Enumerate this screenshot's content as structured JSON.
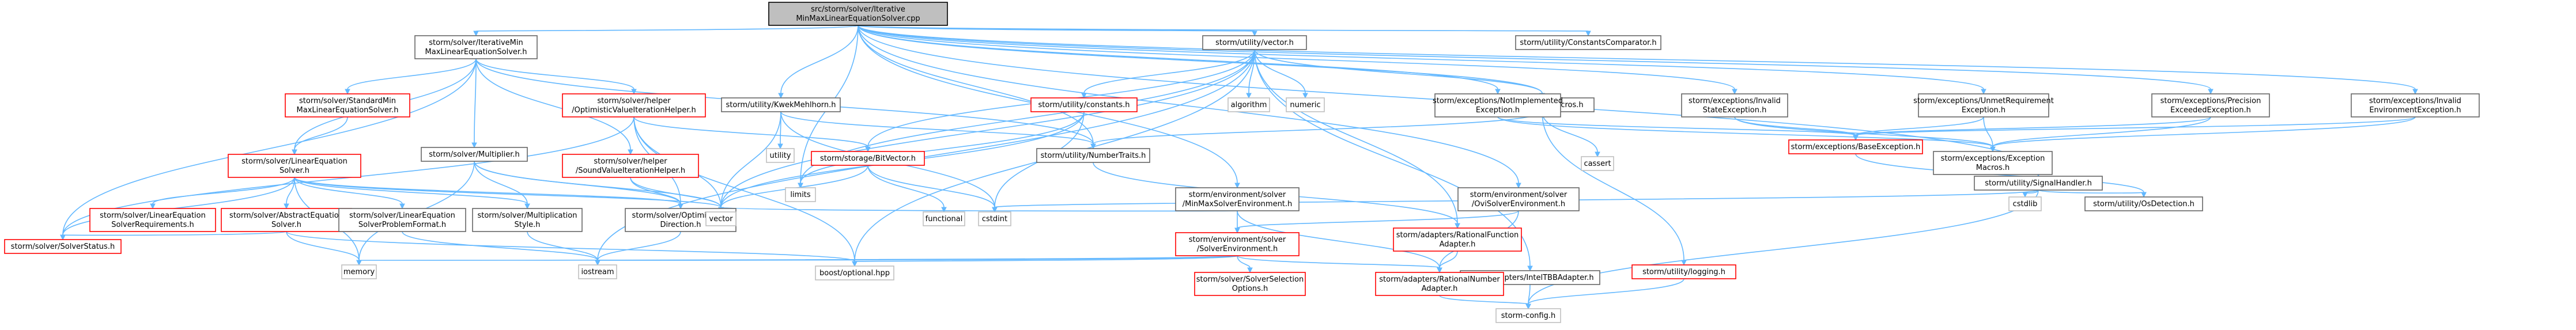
{
  "diagram": {
    "nodes": [
      {
        "id": "root",
        "lines": [
          "src/storm/solver/Iterative",
          "MinMaxLinearEquationSolver.cpp"
        ],
        "style": "root"
      },
      {
        "id": "itmm",
        "lines": [
          "storm/solver/IterativeMin",
          "MaxLinearEquationSolver.h"
        ],
        "style": "normal"
      },
      {
        "id": "vector_h",
        "lines": [
          "storm/utility/vector.h"
        ],
        "style": "normal"
      },
      {
        "id": "kwek",
        "lines": [
          "storm/utility/KwekMehlhorn.h"
        ],
        "style": "normal"
      },
      {
        "id": "limits",
        "lines": [
          "limits"
        ],
        "style": "plain"
      },
      {
        "id": "constcomp",
        "lines": [
          "storm/utility/ConstantsComparator.h"
        ],
        "style": "normal"
      },
      {
        "id": "macros",
        "lines": [
          "storm/utility/macros.h"
        ],
        "style": "normal"
      },
      {
        "id": "envmm",
        "lines": [
          "storm/environment/solver",
          "/MinMaxSolverEnvironment.h"
        ],
        "style": "normal"
      },
      {
        "id": "envos",
        "lines": [
          "storm/environment/solver",
          "/OviSolverEnvironment.h"
        ],
        "style": "normal"
      },
      {
        "id": "sighandler",
        "lines": [
          "storm/utility/SignalHandler.h"
        ],
        "style": "normal"
      },
      {
        "id": "exc_notimpl",
        "lines": [
          "storm/exceptions/NotImplemented",
          "Exception.h"
        ],
        "style": "normal"
      },
      {
        "id": "exc_invstate",
        "lines": [
          "storm/exceptions/Invalid",
          "StateException.h"
        ],
        "style": "normal"
      },
      {
        "id": "exc_unmet",
        "lines": [
          "storm/exceptions/UnmetRequirement",
          "Exception.h"
        ],
        "style": "normal"
      },
      {
        "id": "exc_prec",
        "lines": [
          "storm/exceptions/Precision",
          "ExceededException.h"
        ],
        "style": "normal"
      },
      {
        "id": "exc_invenv",
        "lines": [
          "storm/exceptions/Invalid",
          "EnvironmentException.h"
        ],
        "style": "normal"
      },
      {
        "id": "stdminmax",
        "lines": [
          "storm/solver/StandardMin",
          "MaxLinearEquationSolver.h"
        ],
        "style": "red"
      },
      {
        "id": "multiplier",
        "lines": [
          "storm/solver/Multiplier.h"
        ],
        "style": "normal"
      },
      {
        "id": "ovihelper",
        "lines": [
          "storm/solver/helper",
          "/OptimisticValueIterationHelper.h"
        ],
        "style": "red"
      },
      {
        "id": "algorithm",
        "lines": [
          "algorithm"
        ],
        "style": "plain"
      },
      {
        "id": "numeric",
        "lines": [
          "numeric"
        ],
        "style": "plain"
      },
      {
        "id": "utilconst",
        "lines": [
          "storm/utility/constants.h"
        ],
        "style": "red"
      },
      {
        "id": "numtraits",
        "lines": [
          "storm/utility/NumberTraits.h"
        ],
        "style": "normal"
      },
      {
        "id": "utility",
        "lines": [
          "utility"
        ],
        "style": "plain"
      },
      {
        "id": "cassert",
        "lines": [
          "cassert"
        ],
        "style": "plain"
      },
      {
        "id": "linsolver",
        "lines": [
          "storm/solver/LinearEquation",
          "Solver.h"
        ],
        "style": "red"
      },
      {
        "id": "svihelper",
        "lines": [
          "storm/solver/helper",
          "/SoundValueIterationHelper.h"
        ],
        "style": "red"
      },
      {
        "id": "bitvector",
        "lines": [
          "storm/storage/BitVector.h"
        ],
        "style": "red"
      },
      {
        "id": "excbase",
        "lines": [
          "storm/exceptions/BaseException.h"
        ],
        "style": "red"
      },
      {
        "id": "excmacros",
        "lines": [
          "storm/exceptions/Exception",
          "Macros.h"
        ],
        "style": "normal"
      },
      {
        "id": "cstdlib",
        "lines": [
          "cstdlib"
        ],
        "style": "plain"
      },
      {
        "id": "osdetect",
        "lines": [
          "storm/utility/OsDetection.h"
        ],
        "style": "normal"
      },
      {
        "id": "linreq",
        "lines": [
          "storm/solver/LinearEquation",
          "SolverRequirements.h"
        ],
        "style": "red"
      },
      {
        "id": "abslin",
        "lines": [
          "storm/solver/AbstractEquation",
          "Solver.h"
        ],
        "style": "red"
      },
      {
        "id": "linformat",
        "lines": [
          "storm/solver/LinearEquation",
          "SolverProblemFormat.h"
        ],
        "style": "normal"
      },
      {
        "id": "multstyle",
        "lines": [
          "storm/solver/Multiplication",
          "Style.h"
        ],
        "style": "normal"
      },
      {
        "id": "optdir",
        "lines": [
          "storm/solver/Optimization",
          "Direction.h"
        ],
        "style": "normal"
      },
      {
        "id": "vector",
        "lines": [
          "vector"
        ],
        "style": "plain"
      },
      {
        "id": "functional",
        "lines": [
          "functional"
        ],
        "style": "plain"
      },
      {
        "id": "cstdint",
        "lines": [
          "cstdint"
        ],
        "style": "plain"
      },
      {
        "id": "envsolver",
        "lines": [
          "storm/environment/solver",
          "/SolverEnvironment.h"
        ],
        "style": "red"
      },
      {
        "id": "ratfunc",
        "lines": [
          "storm/adapters/RationalFunction",
          "Adapter.h"
        ],
        "style": "red"
      },
      {
        "id": "inteltbb",
        "lines": [
          "storm/adapters/IntelTBBAdapter.h"
        ],
        "style": "normal"
      },
      {
        "id": "logging",
        "lines": [
          "storm/utility/logging.h"
        ],
        "style": "red"
      },
      {
        "id": "solverstatus",
        "lines": [
          "storm/solver/SolverStatus.h"
        ],
        "style": "red"
      },
      {
        "id": "memory",
        "lines": [
          "memory"
        ],
        "style": "plain"
      },
      {
        "id": "iostream",
        "lines": [
          "iostream"
        ],
        "style": "plain"
      },
      {
        "id": "boostopt",
        "lines": [
          "boost/optional.hpp"
        ],
        "style": "plain"
      },
      {
        "id": "solversel",
        "lines": [
          "storm/solver/SolverSelection",
          "Options.h"
        ],
        "style": "red"
      },
      {
        "id": "ratnum",
        "lines": [
          "storm/adapters/RationalNumber",
          "Adapter.h"
        ],
        "style": "red"
      },
      {
        "id": "stormconfig",
        "lines": [
          "storm-config.h"
        ],
        "style": "plain"
      }
    ],
    "edges": [
      [
        "root",
        "itmm"
      ],
      [
        "root",
        "vector_h"
      ],
      [
        "root",
        "kwek"
      ],
      [
        "root",
        "limits"
      ],
      [
        "root",
        "constcomp"
      ],
      [
        "root",
        "macros"
      ],
      [
        "root",
        "envmm"
      ],
      [
        "root",
        "envos"
      ],
      [
        "root",
        "sighandler"
      ],
      [
        "root",
        "numtraits"
      ],
      [
        "root",
        "exc_notimpl"
      ],
      [
        "root",
        "exc_invstate"
      ],
      [
        "root",
        "exc_unmet"
      ],
      [
        "root",
        "exc_prec"
      ],
      [
        "root",
        "exc_invenv"
      ],
      [
        "itmm",
        "stdminmax"
      ],
      [
        "itmm",
        "multiplier"
      ],
      [
        "itmm",
        "ovihelper"
      ],
      [
        "itmm",
        "svihelper"
      ],
      [
        "itmm",
        "linsolver"
      ],
      [
        "itmm",
        "solverstatus"
      ],
      [
        "itmm",
        "numtraits"
      ],
      [
        "vector_h",
        "algorithm"
      ],
      [
        "vector_h",
        "numeric"
      ],
      [
        "vector_h",
        "utilconst"
      ],
      [
        "vector_h",
        "limits"
      ],
      [
        "vector_h",
        "bitvector"
      ],
      [
        "vector_h",
        "macros"
      ],
      [
        "vector_h",
        "boostopt"
      ],
      [
        "vector_h",
        "iostream"
      ],
      [
        "vector_h",
        "inteltbb"
      ],
      [
        "vector_h",
        "ratfunc"
      ],
      [
        "vector_h",
        "vector"
      ],
      [
        "kwek",
        "utility"
      ],
      [
        "kwek",
        "numtraits"
      ],
      [
        "kwek",
        "vector"
      ],
      [
        "kwek",
        "cstdint"
      ],
      [
        "utilconst",
        "limits"
      ],
      [
        "utilconst",
        "vector"
      ],
      [
        "utilconst",
        "cstdint"
      ],
      [
        "macros",
        "cassert"
      ],
      [
        "macros",
        "logging"
      ],
      [
        "macros",
        "numtraits"
      ],
      [
        "stdminmax",
        "linsolver"
      ],
      [
        "ovihelper",
        "optdir"
      ],
      [
        "ovihelper",
        "vector"
      ],
      [
        "ovihelper",
        "boostopt"
      ],
      [
        "ovihelper",
        "bitvector"
      ],
      [
        "ovihelper",
        "solverstatus"
      ],
      [
        "svihelper",
        "optdir"
      ],
      [
        "svihelper",
        "vector"
      ],
      [
        "multiplier",
        "multstyle"
      ],
      [
        "multiplier",
        "optdir"
      ],
      [
        "multiplier",
        "vector"
      ],
      [
        "multiplier",
        "memory"
      ],
      [
        "linsolver",
        "linreq"
      ],
      [
        "linsolver",
        "abslin"
      ],
      [
        "linsolver",
        "linformat"
      ],
      [
        "linsolver",
        "multstyle"
      ],
      [
        "linsolver",
        "optdir"
      ],
      [
        "linsolver",
        "solverstatus"
      ],
      [
        "linsolver",
        "memory"
      ],
      [
        "linsolver",
        "vector"
      ],
      [
        "abslin",
        "solverstatus"
      ],
      [
        "abslin",
        "memory"
      ],
      [
        "abslin",
        "boostopt"
      ],
      [
        "linformat",
        "iostream"
      ],
      [
        "multstyle",
        "iostream"
      ],
      [
        "optdir",
        "iostream"
      ],
      [
        "bitvector",
        "functional"
      ],
      [
        "bitvector",
        "cstdint"
      ],
      [
        "bitvector",
        "vector"
      ],
      [
        "numtraits",
        "ratfunc"
      ],
      [
        "envmm",
        "envsolver"
      ],
      [
        "envmm",
        "ratnum"
      ],
      [
        "envmm",
        "vector"
      ],
      [
        "envos",
        "envsolver"
      ],
      [
        "envos",
        "ratnum"
      ],
      [
        "envsolver",
        "memory"
      ],
      [
        "envsolver",
        "iostream"
      ],
      [
        "envsolver",
        "boostopt"
      ],
      [
        "envsolver",
        "solversel"
      ],
      [
        "envsolver",
        "ratnum"
      ],
      [
        "ratfunc",
        "ratnum"
      ],
      [
        "ratnum",
        "stormconfig"
      ],
      [
        "inteltbb",
        "stormconfig"
      ],
      [
        "logging",
        "stormconfig"
      ],
      [
        "sighandler",
        "cstdlib"
      ],
      [
        "sighandler",
        "osdetect"
      ],
      [
        "sighandler",
        "cstdint"
      ],
      [
        "sighandler",
        "stormconfig"
      ],
      [
        "exc_notimpl",
        "excbase"
      ],
      [
        "exc_notimpl",
        "excmacros"
      ],
      [
        "exc_invstate",
        "excbase"
      ],
      [
        "exc_invstate",
        "excmacros"
      ],
      [
        "exc_unmet",
        "excbase"
      ],
      [
        "exc_unmet",
        "excmacros"
      ],
      [
        "exc_prec",
        "excbase"
      ],
      [
        "exc_prec",
        "excmacros"
      ],
      [
        "exc_invenv",
        "excbase"
      ],
      [
        "exc_invenv",
        "excmacros"
      ],
      [
        "excbase",
        "osdetect"
      ]
    ]
  }
}
